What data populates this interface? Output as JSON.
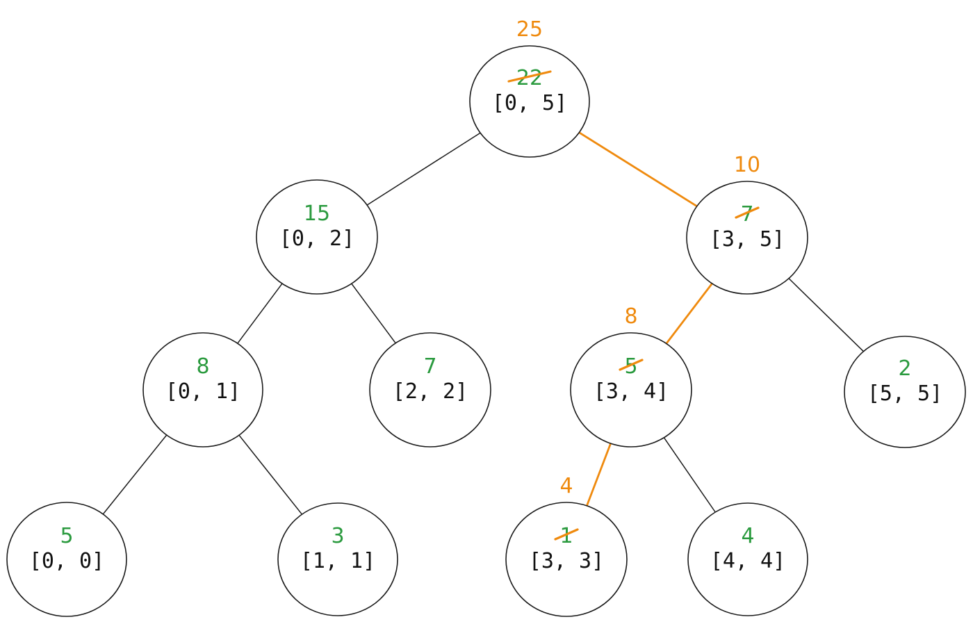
{
  "tree": {
    "colors": {
      "sum": "#2a9a3e",
      "update": "#ef8a0e",
      "outline": "#1a1a1a"
    },
    "nodes": [
      {
        "id": "n05",
        "range": "[0, 5]",
        "sum": "22",
        "new_sum": "25",
        "updated": true
      },
      {
        "id": "n02",
        "range": "[0, 2]",
        "sum": "15",
        "updated": false
      },
      {
        "id": "n35",
        "range": "[3, 5]",
        "sum": "7",
        "new_sum": "10",
        "updated": true
      },
      {
        "id": "n01",
        "range": "[0, 1]",
        "sum": "8",
        "updated": false
      },
      {
        "id": "n22",
        "range": "[2, 2]",
        "sum": "7",
        "updated": false
      },
      {
        "id": "n34",
        "range": "[3, 4]",
        "sum": "5",
        "new_sum": "8",
        "updated": true
      },
      {
        "id": "n55",
        "range": "[5, 5]",
        "sum": "2",
        "updated": false
      },
      {
        "id": "n00",
        "range": "[0, 0]",
        "sum": "5",
        "updated": false
      },
      {
        "id": "n11",
        "range": "[1, 1]",
        "sum": "3",
        "updated": false
      },
      {
        "id": "n33",
        "range": "[3, 3]",
        "sum": "1",
        "new_sum": "4",
        "updated": true
      },
      {
        "id": "n44",
        "range": "[4, 4]",
        "sum": "4",
        "updated": false
      }
    ],
    "edges": [
      {
        "from": "n05",
        "to": "n02",
        "updated": false
      },
      {
        "from": "n05",
        "to": "n35",
        "updated": true
      },
      {
        "from": "n02",
        "to": "n01",
        "updated": false
      },
      {
        "from": "n02",
        "to": "n22",
        "updated": false
      },
      {
        "from": "n35",
        "to": "n34",
        "updated": true
      },
      {
        "from": "n35",
        "to": "n55",
        "updated": false
      },
      {
        "from": "n01",
        "to": "n00",
        "updated": false
      },
      {
        "from": "n01",
        "to": "n11",
        "updated": false
      },
      {
        "from": "n34",
        "to": "n33",
        "updated": true
      },
      {
        "from": "n34",
        "to": "n44",
        "updated": false
      }
    ]
  }
}
